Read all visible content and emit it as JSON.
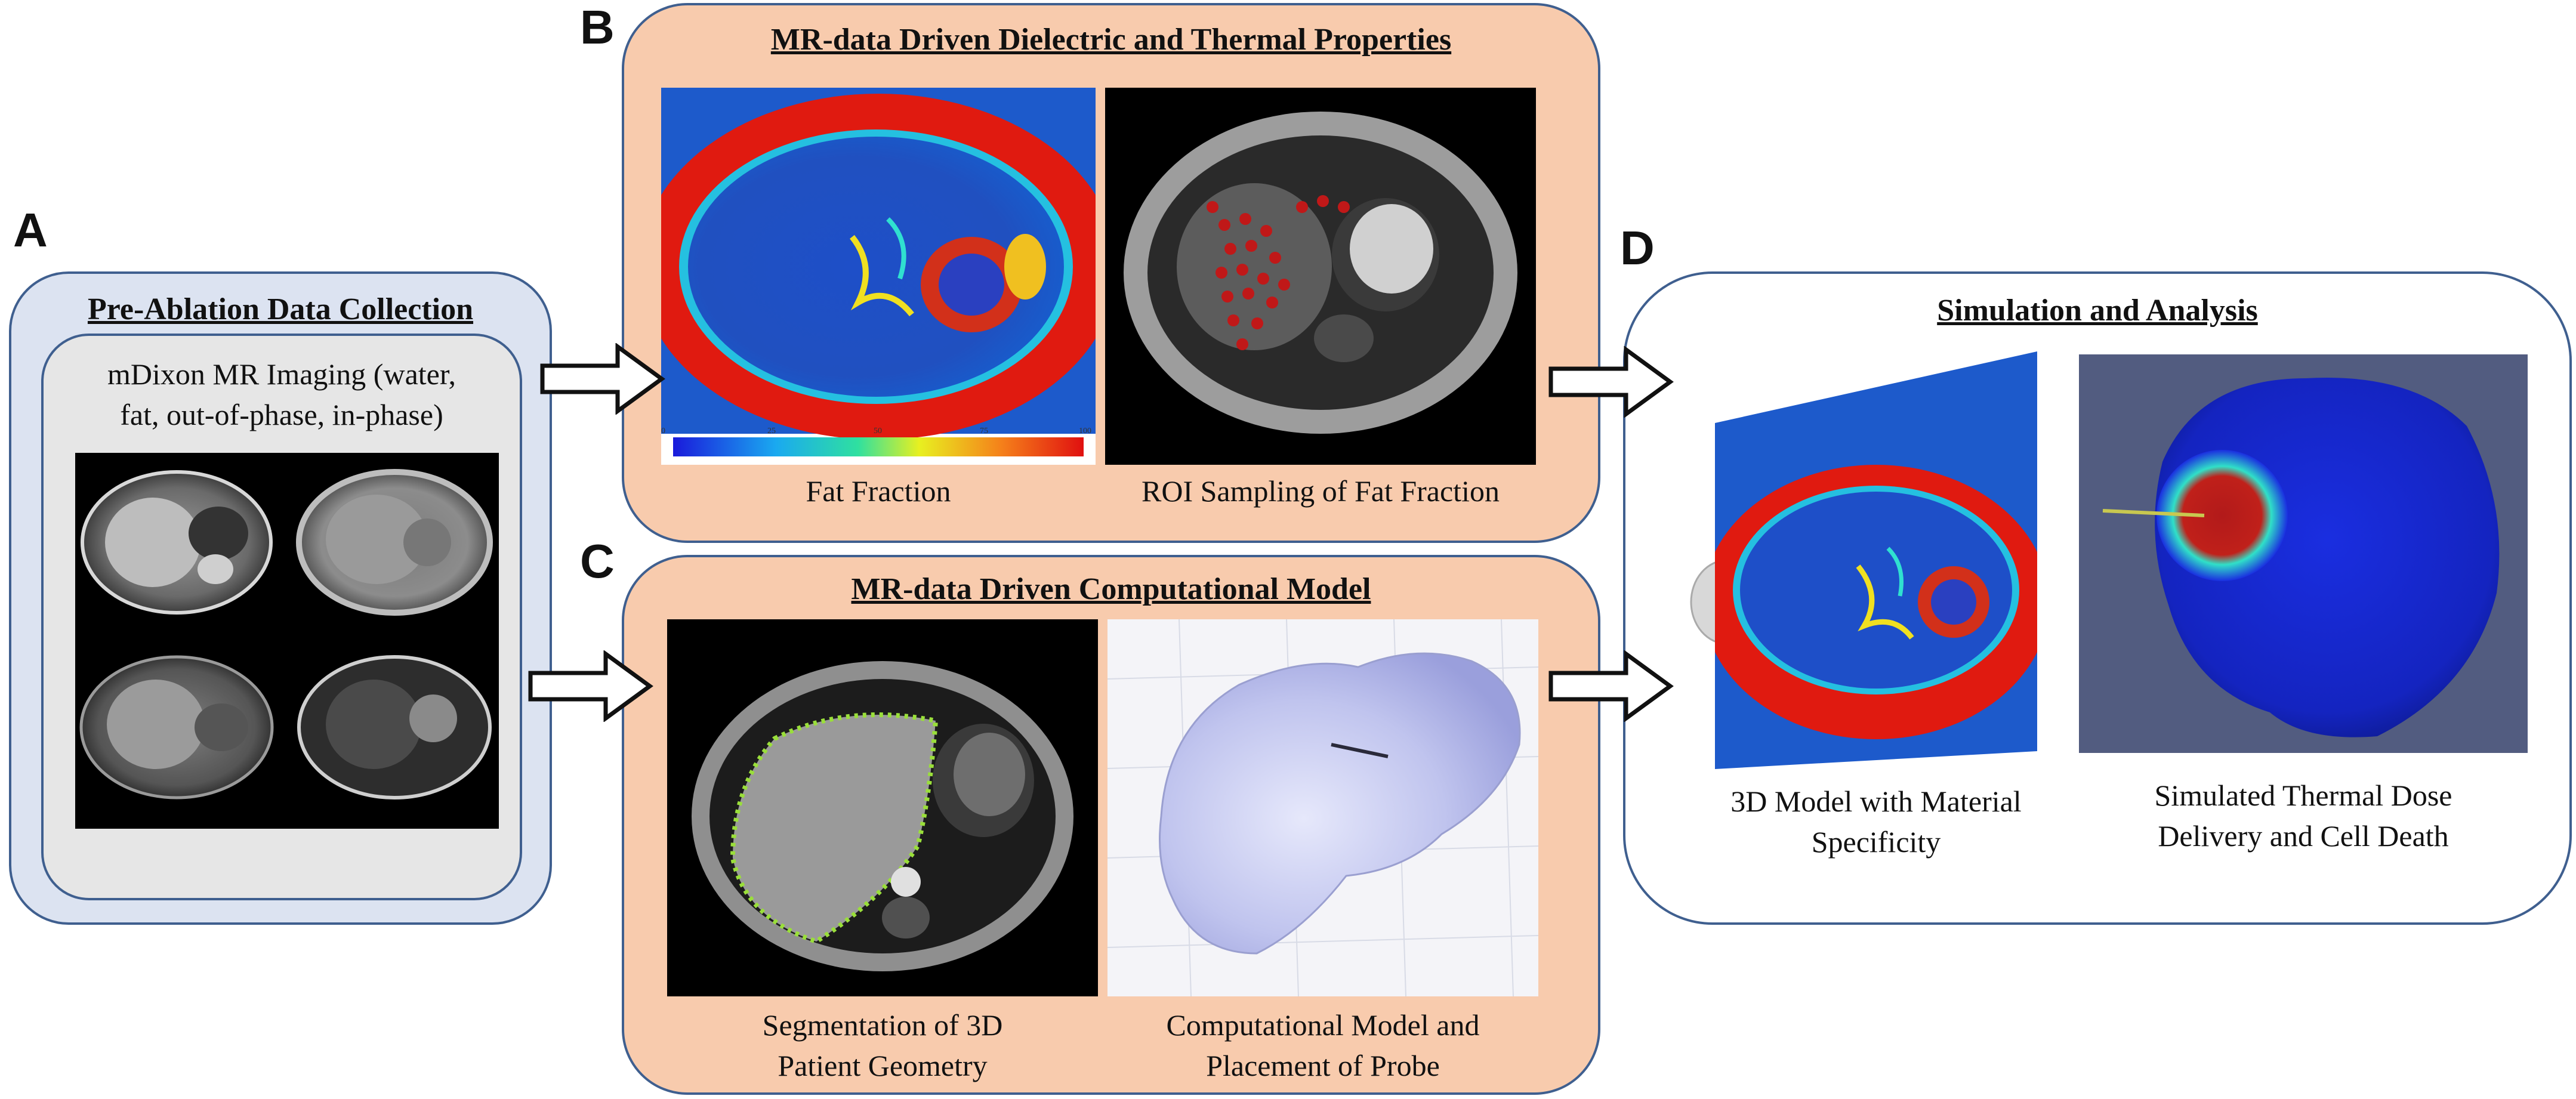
{
  "labels": {
    "a": "A",
    "b": "B",
    "c": "C",
    "d": "D"
  },
  "panel_a": {
    "title": "Pre-Ablation Data Collection",
    "subtitle_line1": "mDixon MR Imaging (water,",
    "subtitle_line2": "fat, out-of-phase, in-phase)"
  },
  "panel_b": {
    "title": "MR-data Driven Dielectric and Thermal Properties",
    "caption_left": "Fat Fraction",
    "caption_right": "ROI Sampling of Fat Fraction",
    "colorbar_ticks": [
      "0",
      "25",
      "50",
      "75",
      "100"
    ]
  },
  "panel_c": {
    "title": "MR-data Driven Computational Model",
    "caption_left_line1": "Segmentation of 3D",
    "caption_left_line2": "Patient Geometry",
    "caption_right_line1": "Computational Model and",
    "caption_right_line2": "Placement of Probe"
  },
  "panel_d": {
    "title": "Simulation and Analysis",
    "caption_left_line1": "3D Model with Material",
    "caption_left_line2": "Specificity",
    "caption_right_line1": "Simulated Thermal Dose",
    "caption_right_line2": "Delivery and Cell Death"
  },
  "colors": {
    "panel_a_fill": "#dce3f1",
    "panel_a_inner": "#e6e6e6",
    "panel_bc_fill": "#f8cbad",
    "panel_d_fill": "#ffffff",
    "border": "#3f5f8f"
  }
}
